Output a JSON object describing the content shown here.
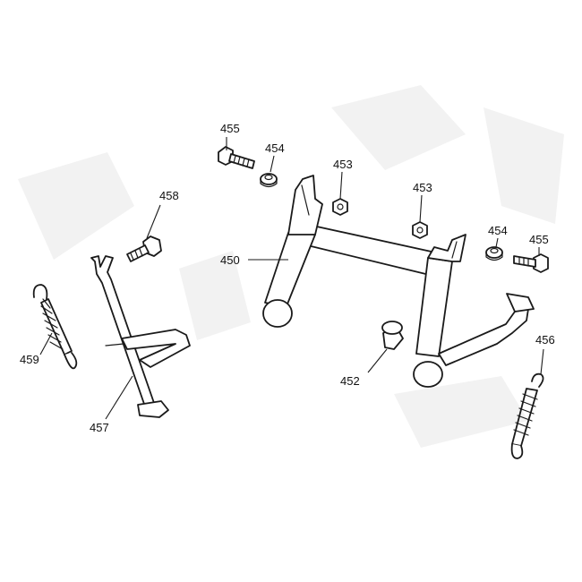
{
  "callouts": [
    {
      "id": "450",
      "label": "450"
    },
    {
      "id": "452",
      "label": "452"
    },
    {
      "id": "453a",
      "label": "453"
    },
    {
      "id": "453b",
      "label": "453"
    },
    {
      "id": "454a",
      "label": "454"
    },
    {
      "id": "454b",
      "label": "454"
    },
    {
      "id": "455a",
      "label": "455"
    },
    {
      "id": "455b",
      "label": "455"
    },
    {
      "id": "456",
      "label": "456"
    },
    {
      "id": "457",
      "label": "457"
    },
    {
      "id": "458",
      "label": "458"
    },
    {
      "id": "459",
      "label": "459"
    }
  ],
  "colors": {
    "line": "#1a1a1a",
    "background": "#ffffff",
    "watermark": "#f2f2f2"
  }
}
